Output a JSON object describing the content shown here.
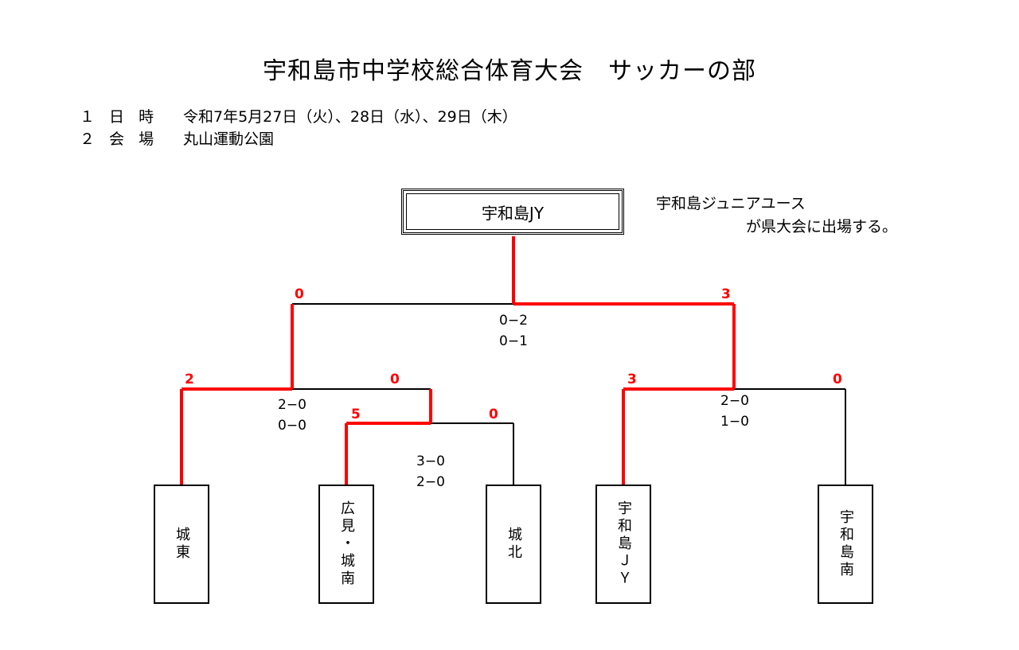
{
  "title": "宇和島市中学校総合体育大会　サッカーの部",
  "info": {
    "date_label": "１ 日 時",
    "date_value": "令和7年5月27日（火）、28日（水）、29日（木）",
    "venue_label": "２ 会 場",
    "venue_value": "丸山運動公園"
  },
  "winner": "宇和島JY",
  "note": {
    "line1": "宇和島ジュニアユース",
    "line2": "が県大会に出場する。"
  },
  "teams": [
    "城東",
    "広見・城南",
    "城北",
    "宇和島ＪＹ",
    "宇和島南"
  ],
  "scores": {
    "final_left": "0",
    "final_right": "3",
    "semi1_left": "2",
    "semi1_right": "0",
    "semi2_left": "3",
    "semi2_right": "0",
    "qf_left": "5",
    "qf_right": "0"
  },
  "results": {
    "final_1": "0−2",
    "final_2": "0−1",
    "semi1_1": "2−0",
    "semi1_2": "0−0",
    "semi2_1": "2−0",
    "semi2_2": "1−0",
    "qf_1": "3−0",
    "qf_2": "2−0"
  },
  "colors": {
    "win_line": "#ff0000",
    "lose_line": "#000000",
    "score_text": "#ff0000"
  }
}
